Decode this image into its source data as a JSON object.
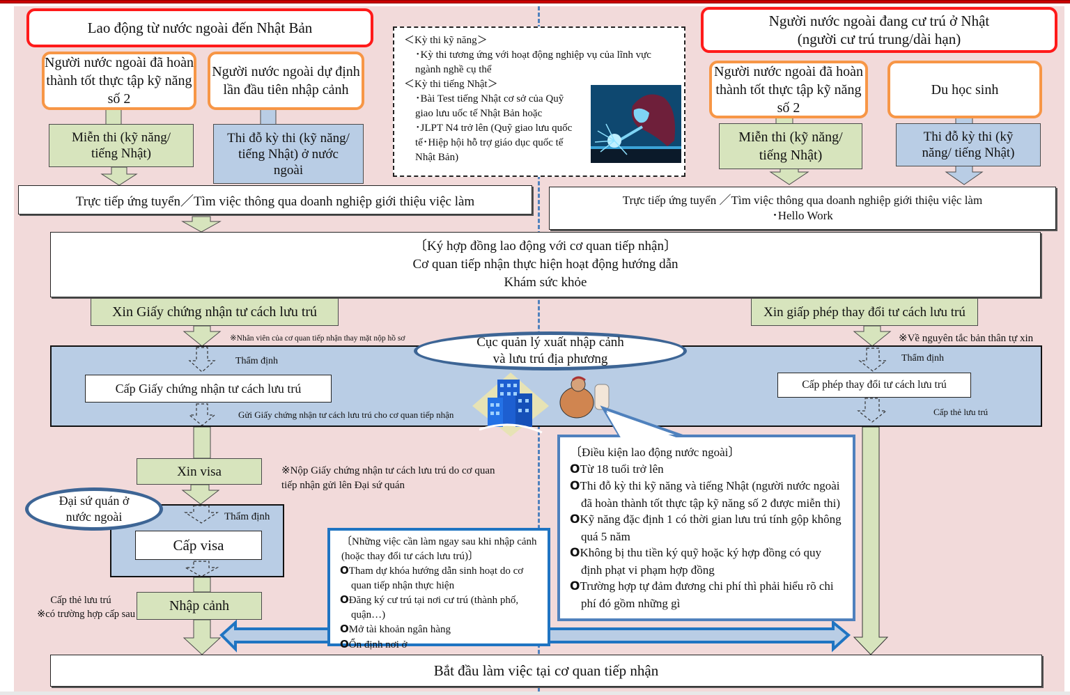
{
  "left_column": {
    "header": "Lao động từ nước ngoài đến Nhật Bản",
    "source_a": "Người nước ngoài đã hoàn thành tốt thực tập kỹ năng số 2",
    "source_b": "Người nước ngoài dự định lần đầu tiên nhập cảnh",
    "exam_exempt": "Miễn thi (kỹ năng/ tiếng Nhật)",
    "exam_pass_abroad": "Thi đỗ kỳ thi (kỹ năng/ tiếng Nhật) ở nước ngoài",
    "apply": "Trực tiếp ứng tuyển／Tìm việc thông qua doanh nghiệp giới thiệu việc làm",
    "coe_apply": "Xin Giấy chứng nhận tư cách lưu trú",
    "coe_note": "※Nhân viên của cơ quan tiếp nhận thay mặt nộp hồ sơ",
    "review": "Thẩm định",
    "coe_issue": "Cấp Giấy chứng nhận tư cách lưu trú",
    "coe_send": "Gửi Giấy chứng nhận tư cách lưu trú cho cơ quan tiếp nhận",
    "visa_apply": "Xin visa",
    "visa_note": "※Nộp Giấy chứng nhận tư cách lưu trú do cơ quan tiếp nhận gửi lên Đại sứ quán",
    "embassy": "Đại sứ quán ở nước ngoài",
    "visa_review": "Thẩm định",
    "visa_issue": "Cấp visa",
    "entry": "Nhập cảnh",
    "residence_card_note_1": "Cấp thẻ lưu trú",
    "residence_card_note_2": "※có trường hợp cấp sau"
  },
  "right_column": {
    "header_line1": "Người nước ngoài đang cư trú ở Nhật",
    "header_line2": "(người cư trú trung/dài hạn)",
    "source_a": "Người nước ngoài đã hoàn thành tốt thực tập kỹ năng số 2",
    "source_b": "Du học sinh",
    "exam_exempt": "Miễn thi (kỹ năng/ tiếng Nhật)",
    "exam_pass": "Thi đỗ kỳ thi (kỹ năng/ tiếng Nhật)",
    "apply_line1": "Trực tiếp ứng tuyển ／Tìm việc thông qua doanh nghiệp giới thiệu việc làm",
    "apply_line2": "･Hello Work",
    "change_apply": "Xin giấp phép thay đổi tư cách lưu trú",
    "change_note": "※Về nguyên tắc bản thân tự xin",
    "review": "Thẩm định",
    "change_issue": "Cấp phép thay đổi tư cách lưu trú",
    "card_issue": "Cấp thẻ lưu trú"
  },
  "exam_info": {
    "skill_title": "＜Kỳ thi kỹ năng＞",
    "skill_item": "･Kỳ thi tương ứng với hoạt động nghiệp vụ của lĩnh vực ngành nghề cụ thể",
    "jp_title": "＜Kỳ thi tiếng Nhật＞",
    "jp_item1": "･Bài Test tiếng Nhật cơ sở của Quỹ giao lưu uốc tế Nhật Bản hoặc",
    "jp_item2": "･JLPT N4 trở lên (Quỹ giao lưu quốc tế･Hiệp hội hỗ trợ giáo dục quốc tế Nhật Bản)",
    "image": "welder-illustration"
  },
  "contract": {
    "line1": "〔Ký hợp đồng lao động với cơ quan tiếp nhận〕",
    "line2": "Cơ quan tiếp nhận thực hiện hoạt động hướng dẫn",
    "line3": "Khám sức khỏe"
  },
  "immigration": {
    "line1": "Cục quản lý xuất nhập cảnh",
    "line2": "và lưu trú địa phương",
    "icons": [
      "building-icon",
      "officer-icon"
    ]
  },
  "conditions": {
    "title": "〔Điều kiện lao động nước ngoài〕",
    "items": [
      "Từ 18 tuổi trở lên",
      "Thi đỗ kỳ thi kỹ năng và tiếng Nhật (người nước ngoài đã hoàn thành tốt thực tập kỹ năng số 2 được miễn thi)",
      "Kỹ năng đặc định 1 có  thời gian lưu trú tính gộp không quá 5 năm",
      "Không bị thu tiền ký quỹ hoặc ký hợp đồng có quy định phạt vi phạm hợp đồng",
      "Trường hợp tự đảm đương chi phí thì phải hiểu rõ chi phí đó gồm những gì"
    ]
  },
  "todo": {
    "title": "〔Những việc cần làm ngay sau khi nhập cảnh (hoặc thay đổi tư cách lưu trú)〕",
    "items": [
      "Tham dự khóa hướng dẫn sinh hoạt do cơ quan tiếp nhận thực hiện",
      "Đăng ký cư trú tại nơi cư trú (thành phố, quận…)",
      "Mở tài khoản ngân hàng",
      "Ổn định nơi ở"
    ]
  },
  "final": "Bắt đầu làm việc tại cơ quan tiếp nhận",
  "bullet": "O",
  "colors": {
    "background": "#f2dada",
    "green": "#d7e4bd",
    "blue": "#b9cde5",
    "red_border": "#ff1a1a",
    "orange_border": "#f79646",
    "accent_blue": "#1f74c2"
  }
}
